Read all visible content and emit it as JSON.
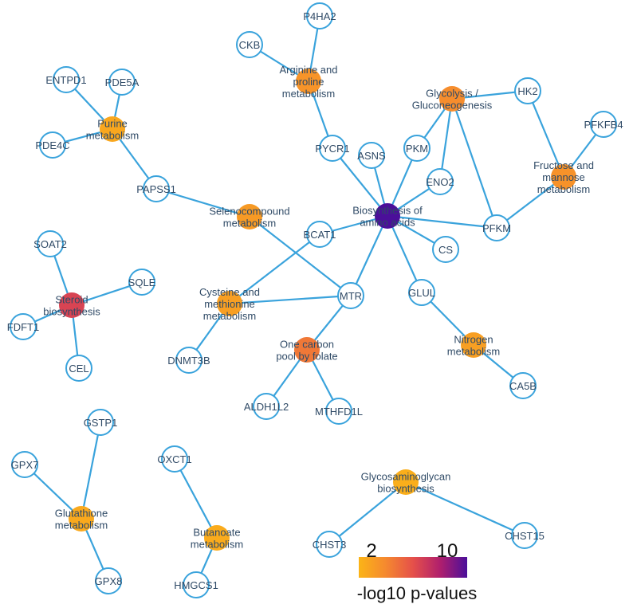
{
  "legend": {
    "min_label": "2",
    "max_label": "10",
    "title": "-log10 p-values",
    "min_value": 2,
    "max_value": 10,
    "colors": [
      "#fbb417",
      "#f5892f",
      "#e5504a",
      "#b01f6d",
      "#4b0f9a"
    ]
  },
  "nodes": [
    {
      "id": "p4ha2",
      "type": "gene",
      "label": "P4HA2"
    },
    {
      "id": "ckb",
      "type": "gene",
      "label": "CKB"
    },
    {
      "id": "arg",
      "type": "pathway",
      "label_lines": [
        "Arginine and",
        "proline",
        "metabolism"
      ],
      "neglog10p": 3.5
    },
    {
      "id": "pycr1",
      "type": "gene",
      "label": "PYCR1"
    },
    {
      "id": "asns",
      "type": "gene",
      "label": "ASNS"
    },
    {
      "id": "pkm",
      "type": "gene",
      "label": "PKM"
    },
    {
      "id": "glyco",
      "type": "pathway",
      "label_lines": [
        "Glycolysis /",
        "Gluconeogenesis"
      ],
      "neglog10p": 3.8
    },
    {
      "id": "hk2",
      "type": "gene",
      "label": "HK2"
    },
    {
      "id": "pfkfb4",
      "type": "gene",
      "label": "PFKFB4"
    },
    {
      "id": "fruc",
      "type": "pathway",
      "label_lines": [
        "Fructose and",
        "mannose",
        "metabolism"
      ],
      "neglog10p": 3.6
    },
    {
      "id": "eno2",
      "type": "gene",
      "label": "ENO2"
    },
    {
      "id": "pfkm",
      "type": "gene",
      "label": "PFKM"
    },
    {
      "id": "bio",
      "type": "pathway",
      "label_lines": [
        "Biosynthesis of",
        "amino acids"
      ],
      "neglog10p": 10
    },
    {
      "id": "cs",
      "type": "gene",
      "label": "CS"
    },
    {
      "id": "bcat1",
      "type": "gene",
      "label": "BCAT1"
    },
    {
      "id": "glul",
      "type": "gene",
      "label": "GLUL"
    },
    {
      "id": "nitro",
      "type": "pathway",
      "label_lines": [
        "Nitrogen",
        "metabolism"
      ],
      "neglog10p": 3.0
    },
    {
      "id": "ca5b",
      "type": "gene",
      "label": "CA5B"
    },
    {
      "id": "entpd1",
      "type": "gene",
      "label": "ENTPD1"
    },
    {
      "id": "pde5a",
      "type": "gene",
      "label": "PDE5A"
    },
    {
      "id": "purine",
      "type": "pathway",
      "label_lines": [
        "Purine",
        "metabolism"
      ],
      "neglog10p": 2.6
    },
    {
      "id": "pde4c",
      "type": "gene",
      "label": "PDE4C"
    },
    {
      "id": "papss1",
      "type": "gene",
      "label": "PAPSS1"
    },
    {
      "id": "seleno",
      "type": "pathway",
      "label_lines": [
        "Selenocompound",
        "metabolism"
      ],
      "neglog10p": 3.2
    },
    {
      "id": "soat2",
      "type": "gene",
      "label": "SOAT2"
    },
    {
      "id": "sqle",
      "type": "gene",
      "label": "SQLE"
    },
    {
      "id": "steroid",
      "type": "pathway",
      "label_lines": [
        "Steroid",
        "biosynthesis"
      ],
      "neglog10p": 6.5
    },
    {
      "id": "fdft1",
      "type": "gene",
      "label": "FDFT1"
    },
    {
      "id": "cel",
      "type": "gene",
      "label": "CEL"
    },
    {
      "id": "cysteine",
      "type": "pathway",
      "label_lines": [
        "Cysteine and",
        "methionine",
        "metabolism"
      ],
      "neglog10p": 3.0
    },
    {
      "id": "dnmt3b",
      "type": "gene",
      "label": "DNMT3B"
    },
    {
      "id": "mtr",
      "type": "gene",
      "label": "MTR"
    },
    {
      "id": "onecarbon",
      "type": "pathway",
      "label_lines": [
        "One carbon",
        "pool by folate"
      ],
      "neglog10p": 4.6
    },
    {
      "id": "aldh1l2",
      "type": "gene",
      "label": "ALDH1L2"
    },
    {
      "id": "mthfd1l",
      "type": "gene",
      "label": "MTHFD1L"
    },
    {
      "id": "gstp1",
      "type": "gene",
      "label": "GSTP1"
    },
    {
      "id": "gpx7",
      "type": "gene",
      "label": "GPX7"
    },
    {
      "id": "gluta",
      "type": "pathway",
      "label_lines": [
        "Glutathione",
        "metabolism"
      ],
      "neglog10p": 2.5
    },
    {
      "id": "gpx8",
      "type": "gene",
      "label": "GPX8"
    },
    {
      "id": "oxct1",
      "type": "gene",
      "label": "OXCT1"
    },
    {
      "id": "butan",
      "type": "pathway",
      "label_lines": [
        "Butanoate",
        "metabolism"
      ],
      "neglog10p": 2.4
    },
    {
      "id": "hmgcs1",
      "type": "gene",
      "label": "HMGCS1"
    },
    {
      "id": "glycosam",
      "type": "pathway",
      "label_lines": [
        "Glycosaminoglycan",
        "biosynthesis"
      ],
      "neglog10p": 2.3
    },
    {
      "id": "chst3",
      "type": "gene",
      "label": "CHST3"
    },
    {
      "id": "chst15",
      "type": "gene",
      "label": "CHST15"
    }
  ],
  "edges": [
    [
      "p4ha2",
      "arg"
    ],
    [
      "ckb",
      "arg"
    ],
    [
      "arg",
      "pycr1"
    ],
    [
      "pycr1",
      "bio"
    ],
    [
      "asns",
      "bio"
    ],
    [
      "pkm",
      "bio"
    ],
    [
      "eno2",
      "bio"
    ],
    [
      "pfkm",
      "bio"
    ],
    [
      "cs",
      "bio"
    ],
    [
      "glul",
      "bio"
    ],
    [
      "bcat1",
      "bio"
    ],
    [
      "mtr",
      "bio"
    ],
    [
      "pkm",
      "glyco"
    ],
    [
      "eno2",
      "glyco"
    ],
    [
      "pfkm",
      "glyco"
    ],
    [
      "hk2",
      "glyco"
    ],
    [
      "hk2",
      "fruc"
    ],
    [
      "pfkfb4",
      "fruc"
    ],
    [
      "pfkm",
      "fruc"
    ],
    [
      "glul",
      "nitro"
    ],
    [
      "nitro",
      "ca5b"
    ],
    [
      "entpd1",
      "purine"
    ],
    [
      "pde5a",
      "purine"
    ],
    [
      "pde4c",
      "purine"
    ],
    [
      "purine",
      "papss1"
    ],
    [
      "papss1",
      "seleno"
    ],
    [
      "seleno",
      "mtr"
    ],
    [
      "soat2",
      "steroid"
    ],
    [
      "sqle",
      "steroid"
    ],
    [
      "fdft1",
      "steroid"
    ],
    [
      "cel",
      "steroid"
    ],
    [
      "bcat1",
      "cysteine"
    ],
    [
      "cysteine",
      "mtr"
    ],
    [
      "cysteine",
      "dnmt3b"
    ],
    [
      "mtr",
      "onecarbon"
    ],
    [
      "onecarbon",
      "aldh1l2"
    ],
    [
      "onecarbon",
      "mthfd1l"
    ],
    [
      "gstp1",
      "gluta"
    ],
    [
      "gpx7",
      "gluta"
    ],
    [
      "gluta",
      "gpx8"
    ],
    [
      "oxct1",
      "butan"
    ],
    [
      "butan",
      "hmgcs1"
    ],
    [
      "glycosam",
      "chst3"
    ],
    [
      "glycosam",
      "chst15"
    ]
  ]
}
